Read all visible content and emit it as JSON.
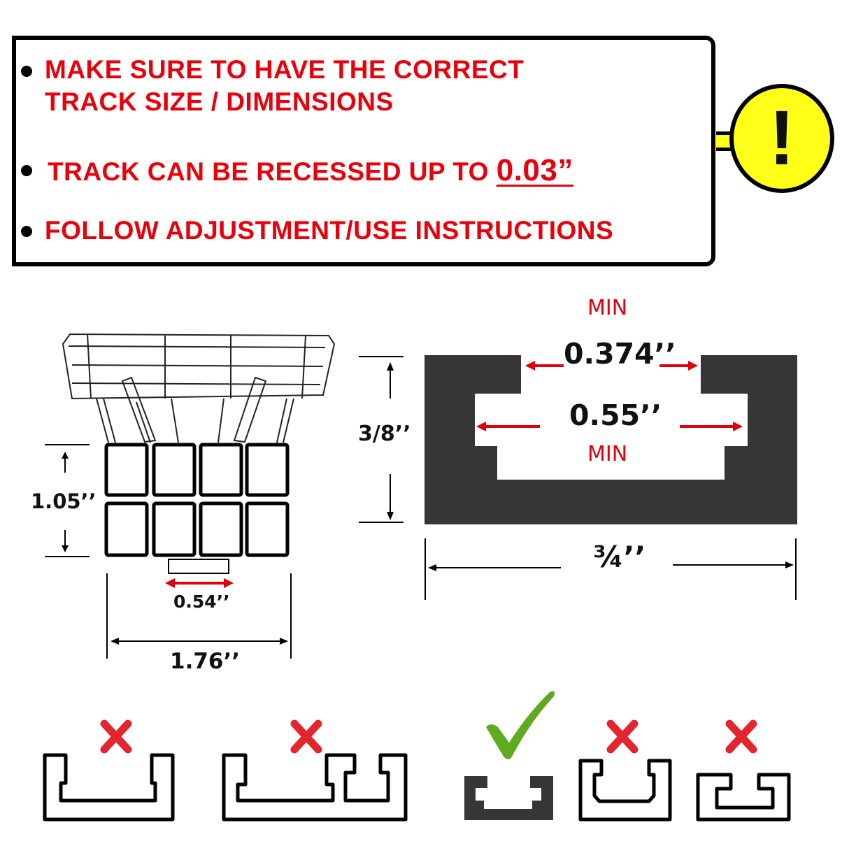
{
  "notice": {
    "bullets": [
      {
        "line1": "MAKE SURE TO HAVE THE CORRECT",
        "line2": "TRACK SIZE / DIMENSIONS"
      },
      {
        "text": "TRACK CAN BE RECESSED UP TO ",
        "highlight": "0.03”"
      },
      {
        "text": "FOLLOW ADJUSTMENT/USE INSTRUCTIONS"
      }
    ],
    "warning_symbol": "!",
    "colors": {
      "text": "#e8000b",
      "warning_fill": "#ffff1a",
      "border": "#000000"
    }
  },
  "slider": {
    "height_label": "1.05’’",
    "foot_width_label": "0.54’’",
    "total_width_label": "1.76’’"
  },
  "track": {
    "top_min_label": "MIN",
    "opening_label": "0.374’’",
    "inner_label": "0.55’’",
    "inner_min_label": "MIN",
    "height_label": "3/8’’",
    "width_label": "¾’’",
    "fill_color": "#363636",
    "arrow_color": "#e0000b"
  },
  "compatibility": {
    "items": [
      {
        "profile": "wide-shallow-lip",
        "status": "incompatible",
        "mark": "x-icon"
      },
      {
        "profile": "double-channel",
        "status": "incompatible",
        "mark": "x-icon"
      },
      {
        "profile": "correct-track",
        "status": "compatible",
        "mark": "check-icon"
      },
      {
        "profile": "deep-narrow",
        "status": "incompatible",
        "mark": "x-icon"
      },
      {
        "profile": "flat-wide-lip",
        "status": "incompatible",
        "mark": "x-icon"
      }
    ],
    "colors": {
      "x": "#e3262e",
      "check": "#5fab1f"
    }
  }
}
